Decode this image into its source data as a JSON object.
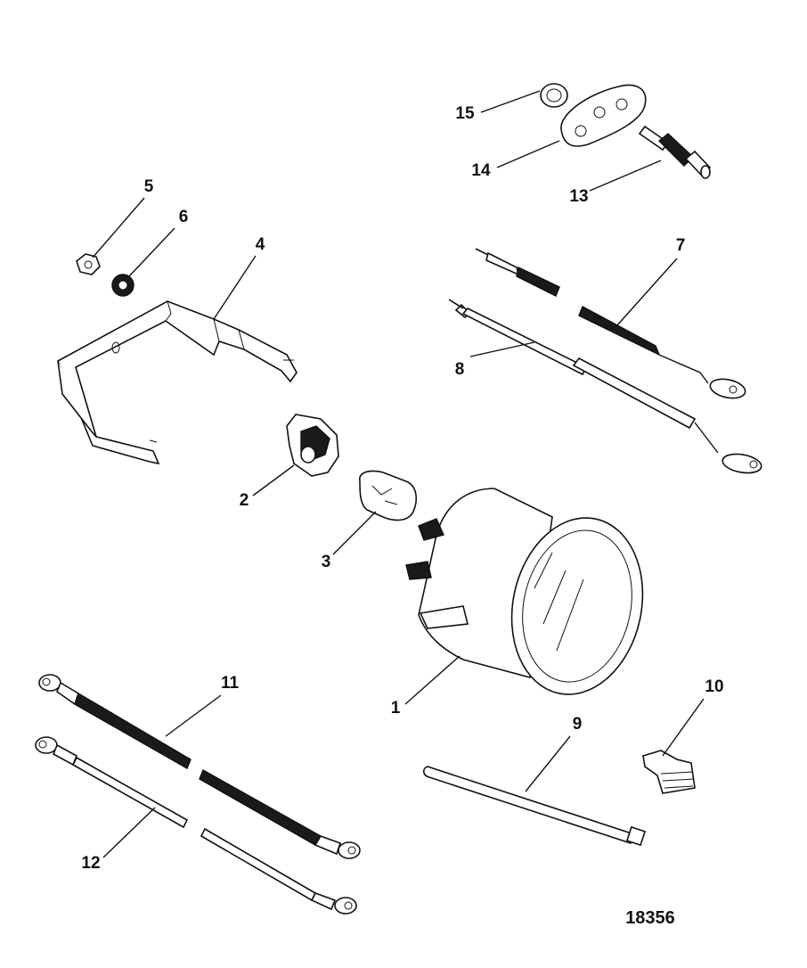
{
  "callouts": [
    {
      "id": "1",
      "label": "1"
    },
    {
      "id": "2",
      "label": "2"
    },
    {
      "id": "3",
      "label": "3"
    },
    {
      "id": "4",
      "label": "4"
    },
    {
      "id": "5",
      "label": "5"
    },
    {
      "id": "6",
      "label": "6"
    },
    {
      "id": "7",
      "label": "7"
    },
    {
      "id": "8",
      "label": "8"
    },
    {
      "id": "9",
      "label": "9"
    },
    {
      "id": "10",
      "label": "10"
    },
    {
      "id": "11",
      "label": "11"
    },
    {
      "id": "12",
      "label": "12"
    },
    {
      "id": "13",
      "label": "13"
    },
    {
      "id": "14",
      "label": "14"
    },
    {
      "id": "15",
      "label": "15"
    }
  ],
  "figure_number": "18356"
}
